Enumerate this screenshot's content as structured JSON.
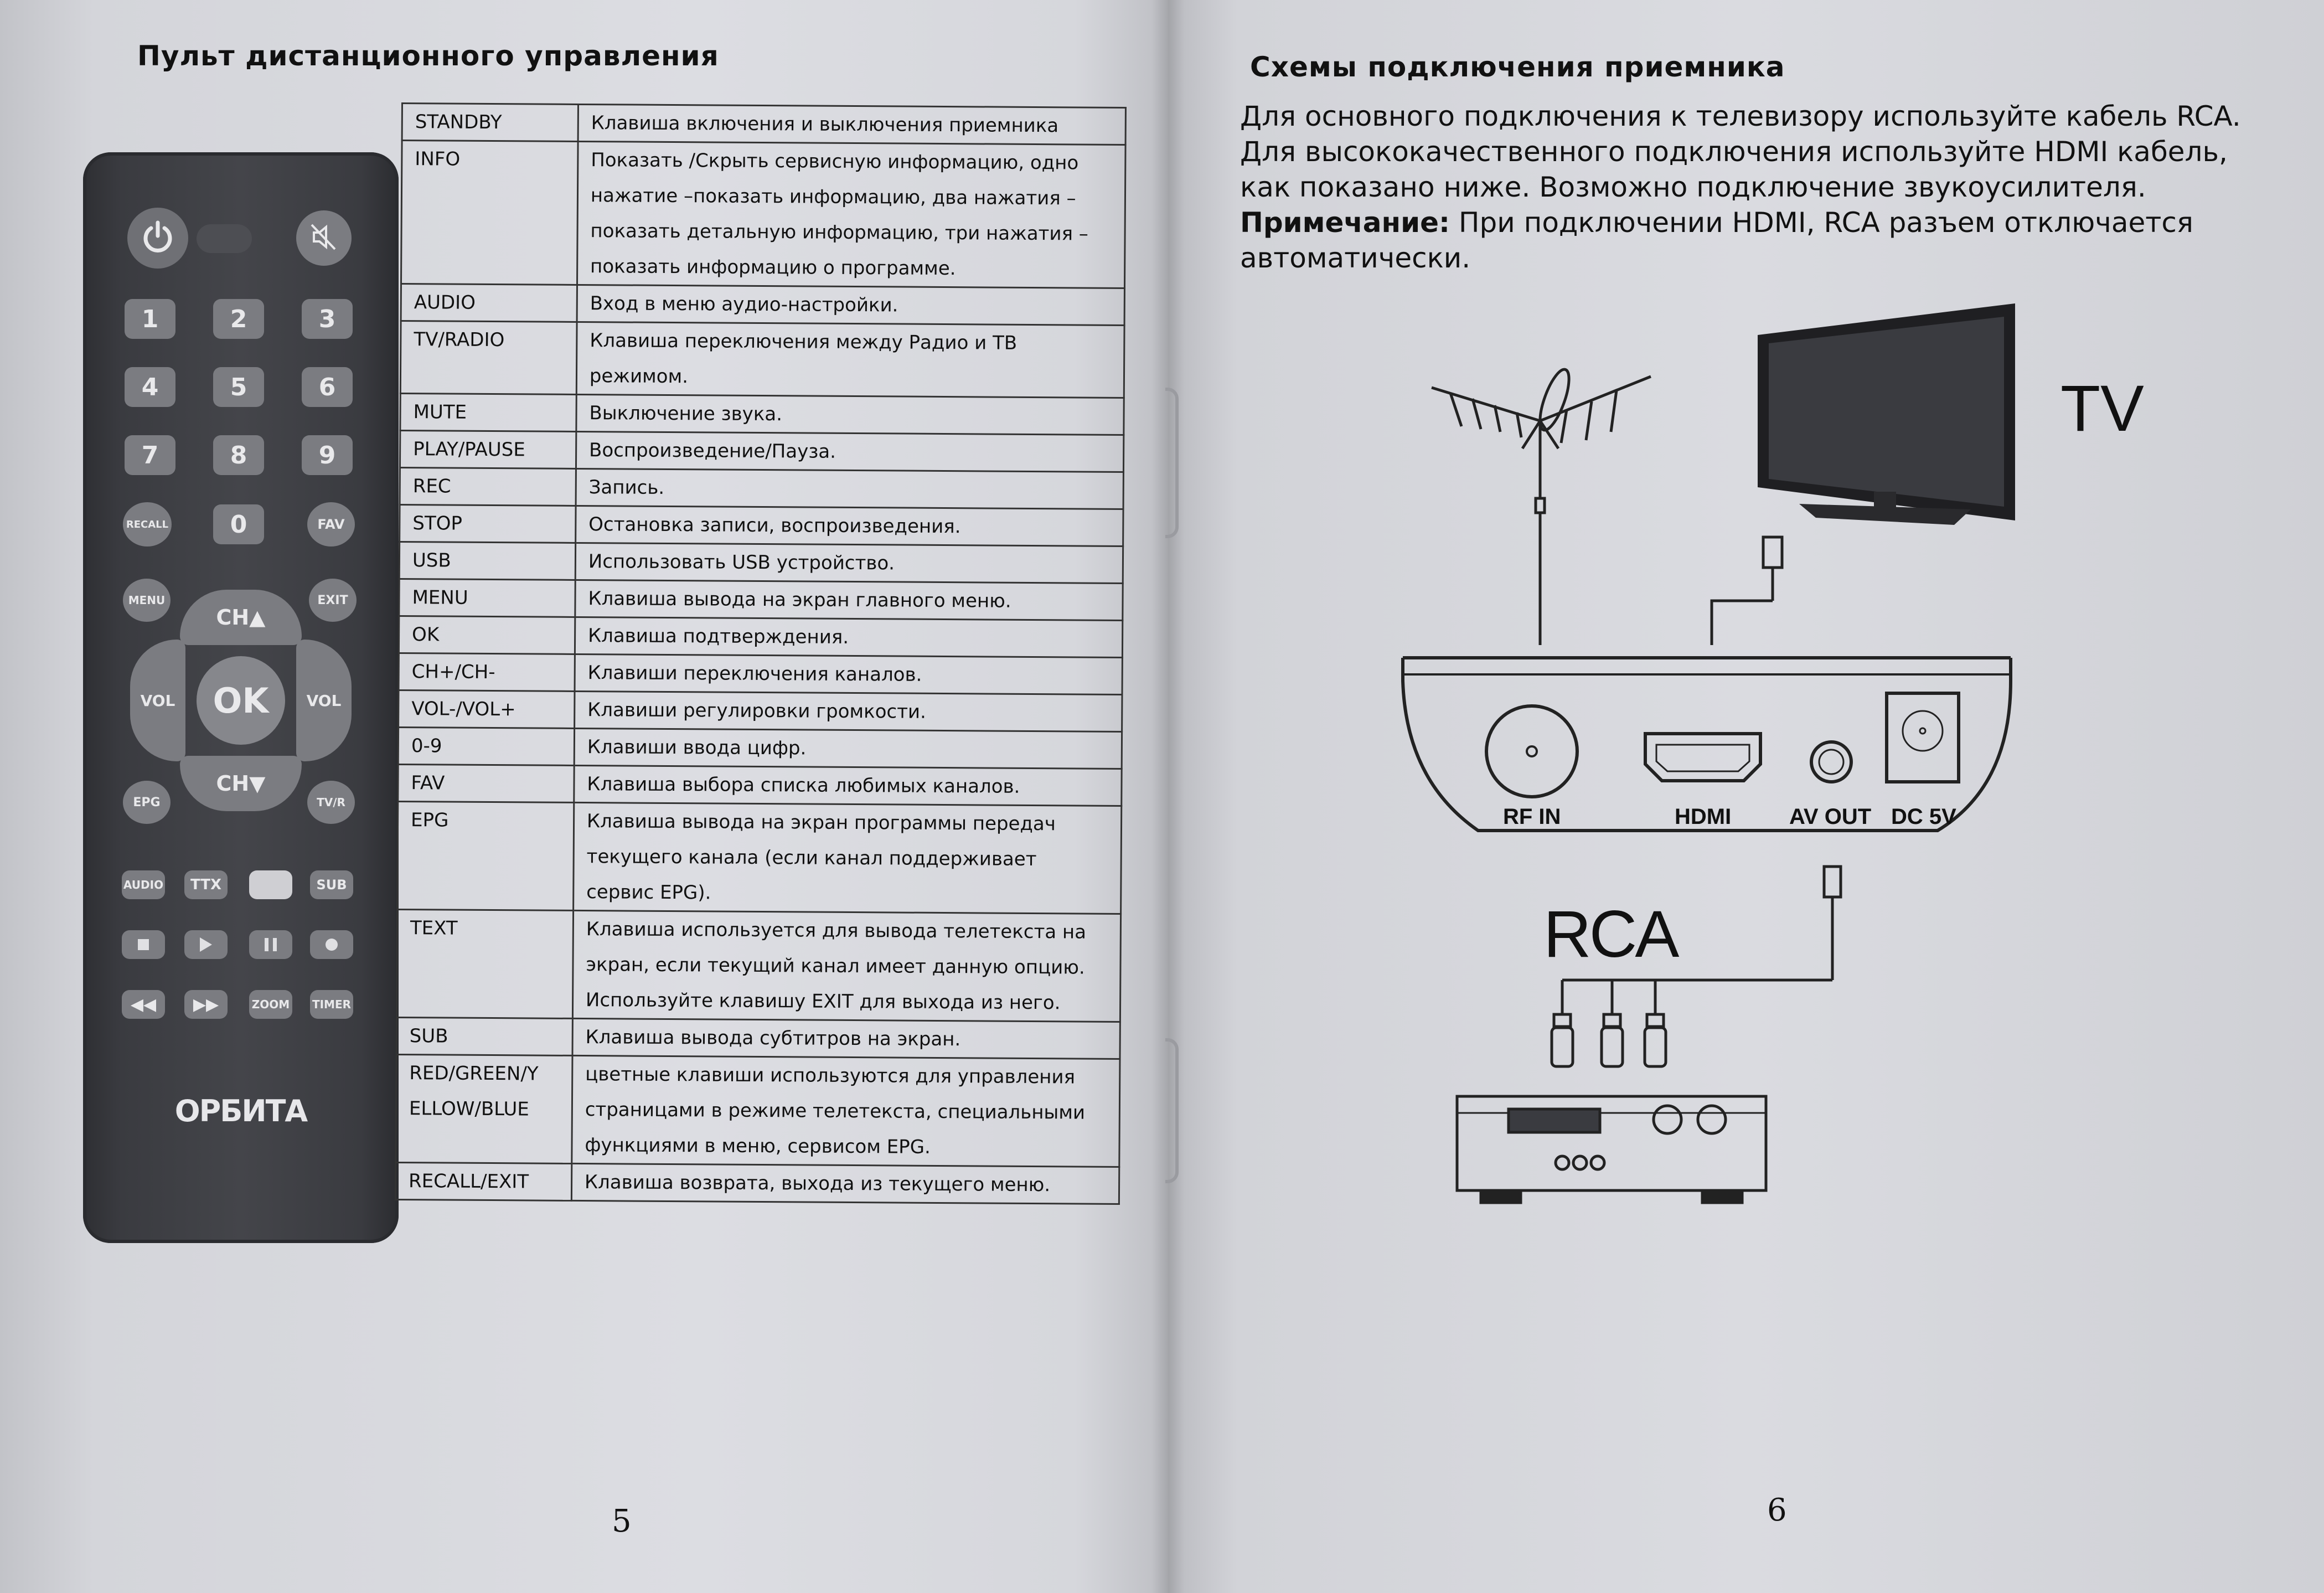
{
  "left_page": {
    "title": "Пульт дистанционного управления",
    "page_number": "5",
    "remote": {
      "brand": "ОРБИТА",
      "buttons": {
        "power": "power-icon",
        "mute": "mute-icon",
        "digits": [
          "1",
          "2",
          "3",
          "4",
          "5",
          "6",
          "7",
          "8",
          "9",
          "0"
        ],
        "recall": "RECALL",
        "fav": "FAV",
        "menu": "MENU",
        "exit": "EXIT",
        "ch_up": "CH▲",
        "ch_down": "CH▼",
        "vol_left": "VOL",
        "vol_right": "VOL",
        "ok": "OK",
        "epg": "EPG",
        "tvr": "TV/R",
        "row1": [
          "AUDIO",
          "TTX",
          "",
          "SUB"
        ],
        "row3": [
          "ZOOM",
          "TIMER"
        ]
      }
    },
    "table": [
      {
        "key": "STANDBY",
        "value": "Клавиша включения и выключения приемника"
      },
      {
        "key": "INFO",
        "value": "Показать /Скрыть сервисную информацию, одно нажатие –показать информацию, два нажатия – показать детальную информацию, три нажатия – показать информацию о программе."
      },
      {
        "key": "AUDIO",
        "value": "Вход в меню аудио-настройки."
      },
      {
        "key": "TV/RADIO",
        "value": "Клавиша переключения между Радио и ТВ режимом."
      },
      {
        "key": "MUTE",
        "value": "Выключение звука."
      },
      {
        "key": "PLAY/PAUSE",
        "value": "Воспроизведение/Пауза."
      },
      {
        "key": "REC",
        "value": "Запись."
      },
      {
        "key": "STOP",
        "value": "Остановка записи, воспроизведения."
      },
      {
        "key": "USB",
        "value": "Использовать USB устройство."
      },
      {
        "key": "MENU",
        "value": "Клавиша вывода на экран главного меню."
      },
      {
        "key": "OK",
        "value": "Клавиша подтверждения."
      },
      {
        "key": "CH+/CH-",
        "value": "Клавиши переключения каналов."
      },
      {
        "key": "VOL-/VOL+",
        "value": "Клавиши регулировки громкости."
      },
      {
        "key": "0-9",
        "value": "Клавиши ввода цифр."
      },
      {
        "key": "FAV",
        "value": "Клавиша выбора списка любимых каналов."
      },
      {
        "key": "EPG",
        "value": "Клавиша вывода на экран программы передач текущего канала (если канал поддерживает сервис EPG)."
      },
      {
        "key": "TEXT",
        "value": "Клавиша используется для вывода телетекста на экран, если текущий канал имеет данную опцию. Используйте клавишу EXIT для выхода из него."
      },
      {
        "key": "SUB",
        "value": "Клавиша вывода субтитров на экран."
      },
      {
        "key": "RED/GREEN/Y ELLOW/BLUE",
        "value": "цветные клавиши используются для управления страницами в режиме телетекста, специальными функциями в меню, сервисом EPG."
      },
      {
        "key": "RECALL/EXIT",
        "value": "Клавиша возврата, выхода из текущего меню."
      }
    ]
  },
  "right_page": {
    "title": "Схемы подключения приемника",
    "page_number": "6",
    "intro": "Для основного подключения к телевизору используйте кабель  RCA. Для высококачественного подключения используйте HDMI кабель, как показано ниже. Возможно подключение звукоусилителя.",
    "note_label": "Примечание:",
    "note_text": " При подключении HDMI, RCA разъем отключается автоматически.",
    "diagram": {
      "tv_label": "TV",
      "rca_label": "RCA",
      "ports": [
        "RF IN",
        "HDMI",
        "AV OUT",
        "DC 5V"
      ]
    }
  }
}
